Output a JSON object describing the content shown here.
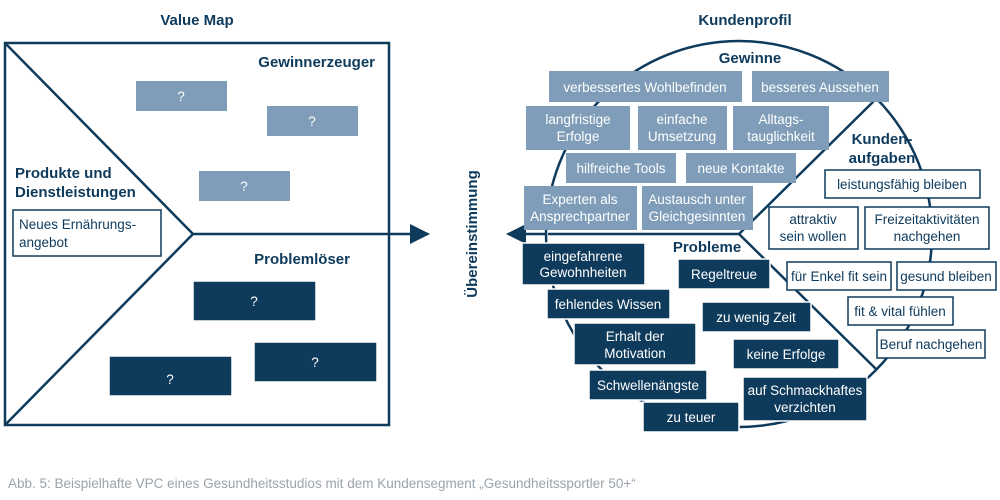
{
  "titles": {
    "value_map": "Value Map",
    "customer_profile": "Kundenprofil"
  },
  "value_map": {
    "gain_creators": "Gewinnerzeuger",
    "products_line1": "Produkte und",
    "products_line2": "Dienstleistungen",
    "pain_relievers": "Problemlöser",
    "product_box": [
      "Neues Ernährungs-",
      "angebot"
    ],
    "placeholder": "?"
  },
  "fit_label": "Übereinstimmung",
  "customer_profile": {
    "gains_title": "Gewinne",
    "pains_title": "Probleme",
    "jobs_title_line1": "Kunden-",
    "jobs_title_line2": "aufgaben",
    "gains": [
      [
        "verbessertes Wohlbefinden"
      ],
      [
        "besseres Aussehen"
      ],
      [
        "langfristige",
        "Erfolge"
      ],
      [
        "einfache",
        "Umsetzung"
      ],
      [
        "Alltags-",
        "tauglichkeit"
      ],
      [
        "hilfreiche Tools"
      ],
      [
        "neue Kontakte"
      ],
      [
        "Experten als",
        "Ansprechpartner"
      ],
      [
        "Austausch unter",
        "Gleichgesinnten"
      ]
    ],
    "pains": [
      [
        "eingefahrene",
        "Gewohnheiten"
      ],
      [
        "Regeltreue"
      ],
      [
        "fehlendes Wissen"
      ],
      [
        "zu wenig Zeit"
      ],
      [
        "Erhalt der",
        "Motivation"
      ],
      [
        "keine Erfolge"
      ],
      [
        "Schwellenängste"
      ],
      [
        "auf Schmackhaftes",
        "verzichten"
      ],
      [
        "zu teuer"
      ]
    ],
    "jobs": [
      [
        "leistungsfähig bleiben"
      ],
      [
        "attraktiv",
        "sein wollen"
      ],
      [
        "Freizeitaktivitäten",
        "nachgehen"
      ],
      [
        "für Enkel fit sein"
      ],
      [
        "gesund bleiben"
      ],
      [
        "fit & vital fühlen"
      ],
      [
        "Beruf nachgehen"
      ]
    ]
  },
  "caption": "Abb. 5: Beispielhafte VPC eines Gesundheitsstudios mit dem Kundensegment „Gesundheitssportler 50+“",
  "colors": {
    "dark": "#0e3a5c",
    "light": "#7f9db8",
    "caption": "#9aa3ab"
  }
}
